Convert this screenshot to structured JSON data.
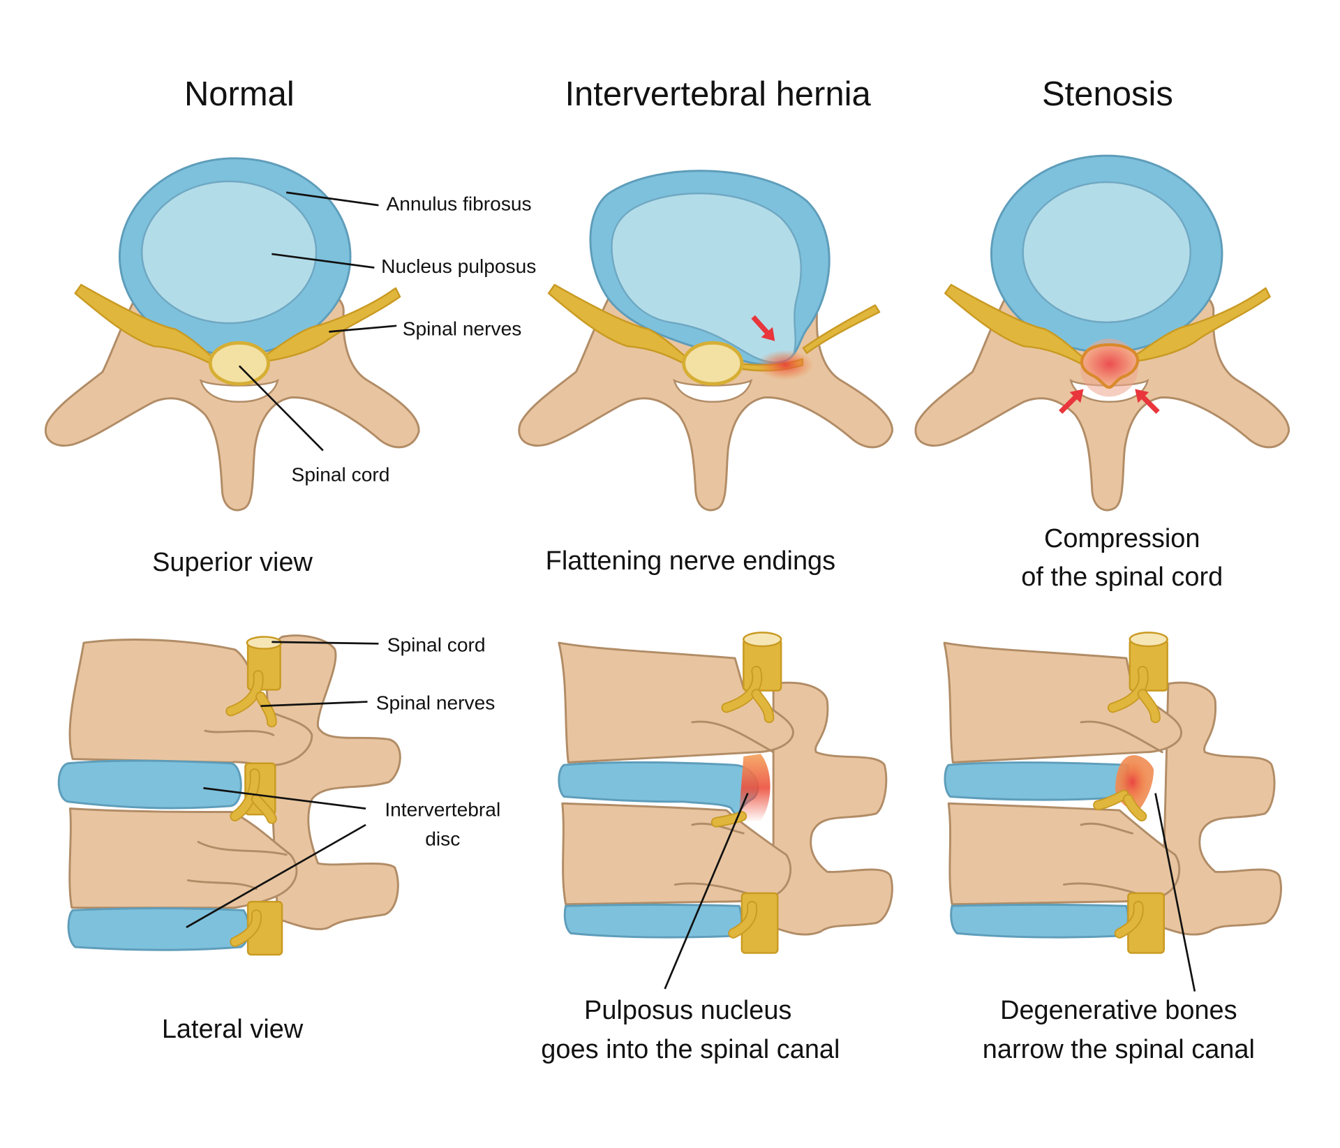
{
  "figure": {
    "columns": [
      {
        "id": "normal",
        "title": "Normal",
        "superior_caption": "Superior view",
        "lateral_caption": "Lateral view"
      },
      {
        "id": "hernia",
        "title": "Intervertebral hernia",
        "superior_caption": "Flattening nerve endings",
        "lateral_caption_lines": [
          "Pulposus nucleus",
          "goes into the spinal canal"
        ]
      },
      {
        "id": "stenosis",
        "title": "Stenosis",
        "superior_caption_lines": [
          "Compression",
          "of the spinal cord"
        ],
        "lateral_caption_lines": [
          "Degenerative bones",
          "narrow the spinal canal"
        ]
      }
    ],
    "superior_labels": {
      "annulus": "Annulus fibrosus",
      "nucleus": "Nucleus pulposus",
      "nerves": "Spinal nerves",
      "cord": "Spinal cord"
    },
    "lateral_labels": {
      "cord": "Spinal cord",
      "nerves": "Spinal nerves",
      "disc_lines": [
        "Intervertebral",
        "disc"
      ]
    },
    "colors": {
      "annulus": "#7EC1DC",
      "nucleus": "#B3DCE9",
      "bone": "#E8C5A0",
      "nerve": "#E0B63C",
      "cord": "#F3E0A3",
      "inflammation": "#E8363C"
    }
  }
}
